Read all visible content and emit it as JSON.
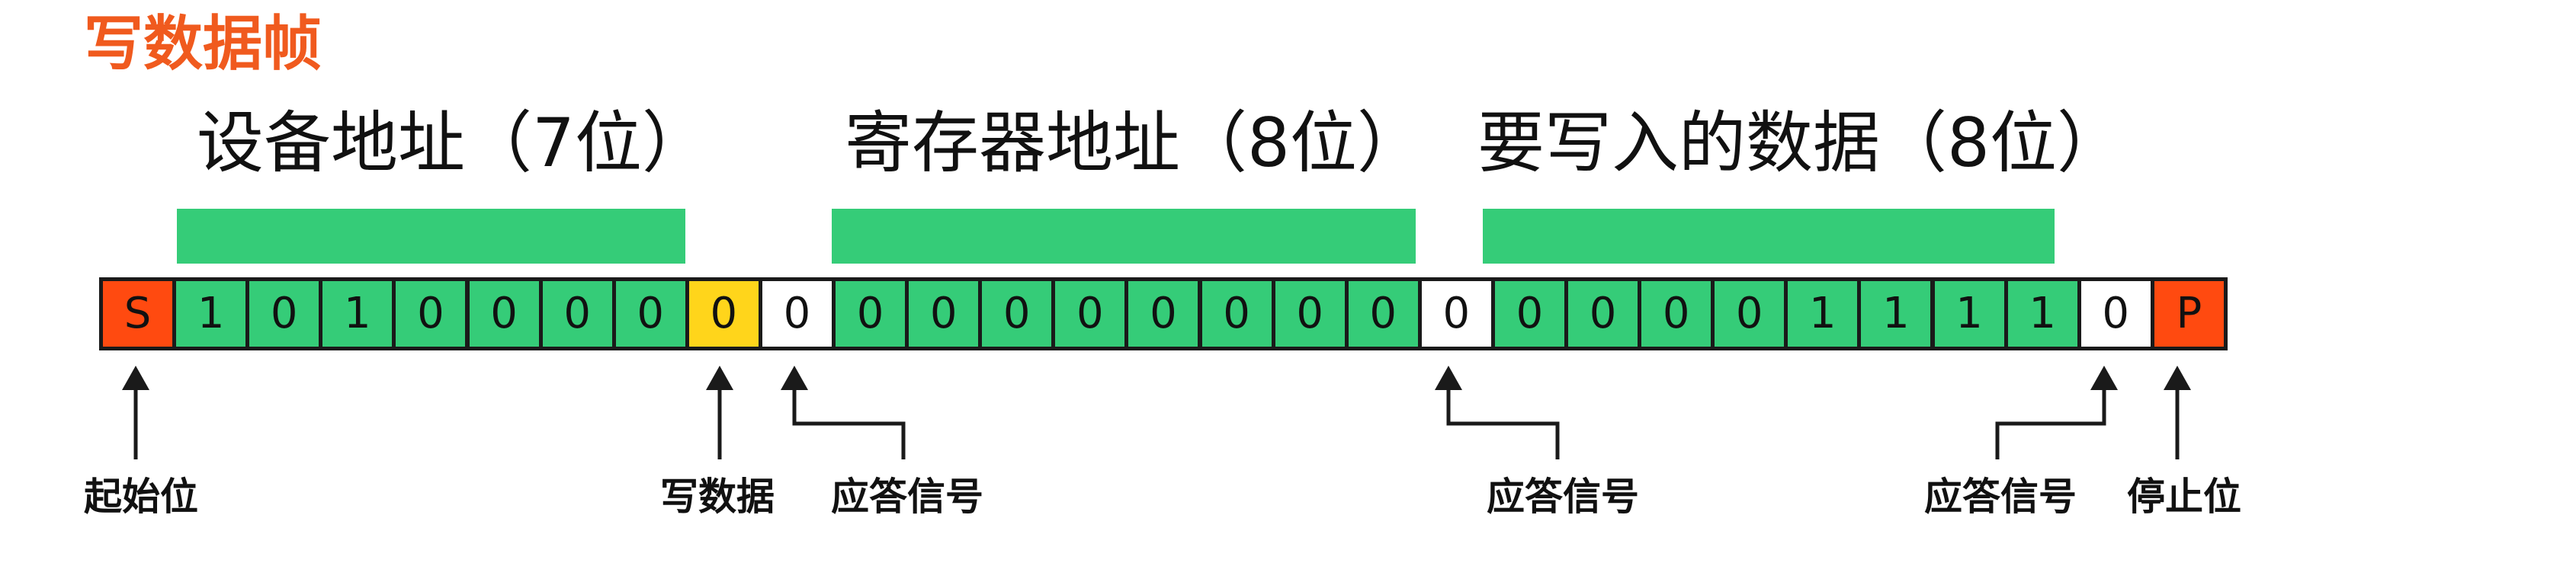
{
  "title": "写数据帧",
  "colors": {
    "title": "#f05a1e",
    "data_bit": "#35cc78",
    "marker": "#ff4a10",
    "write_bit": "#ffd51b",
    "ack_bit": "#ffffff",
    "border": "#1a1a1a",
    "text": "#111111"
  },
  "segments": [
    {
      "label": "设备地址（7位）"
    },
    {
      "label": "寄存器地址（8位）"
    },
    {
      "label": "要写入的数据（8位）"
    }
  ],
  "bits": [
    {
      "v": "S",
      "kind": "marker"
    },
    {
      "v": "1",
      "kind": "data"
    },
    {
      "v": "0",
      "kind": "data"
    },
    {
      "v": "1",
      "kind": "data"
    },
    {
      "v": "0",
      "kind": "data"
    },
    {
      "v": "0",
      "kind": "data"
    },
    {
      "v": "0",
      "kind": "data"
    },
    {
      "v": "0",
      "kind": "data"
    },
    {
      "v": "0",
      "kind": "write"
    },
    {
      "v": "0",
      "kind": "ack"
    },
    {
      "v": "0",
      "kind": "data"
    },
    {
      "v": "0",
      "kind": "data"
    },
    {
      "v": "0",
      "kind": "data"
    },
    {
      "v": "0",
      "kind": "data"
    },
    {
      "v": "0",
      "kind": "data"
    },
    {
      "v": "0",
      "kind": "data"
    },
    {
      "v": "0",
      "kind": "data"
    },
    {
      "v": "0",
      "kind": "data"
    },
    {
      "v": "0",
      "kind": "ack"
    },
    {
      "v": "0",
      "kind": "data"
    },
    {
      "v": "0",
      "kind": "data"
    },
    {
      "v": "0",
      "kind": "data"
    },
    {
      "v": "0",
      "kind": "data"
    },
    {
      "v": "1",
      "kind": "data"
    },
    {
      "v": "1",
      "kind": "data"
    },
    {
      "v": "1",
      "kind": "data"
    },
    {
      "v": "1",
      "kind": "data"
    },
    {
      "v": "0",
      "kind": "ack"
    },
    {
      "v": "P",
      "kind": "marker"
    }
  ],
  "callouts": {
    "start": "起始位",
    "write": "写数据",
    "ack1": "应答信号",
    "ack2": "应答信号",
    "ack3": "应答信号",
    "stop": "停止位"
  }
}
